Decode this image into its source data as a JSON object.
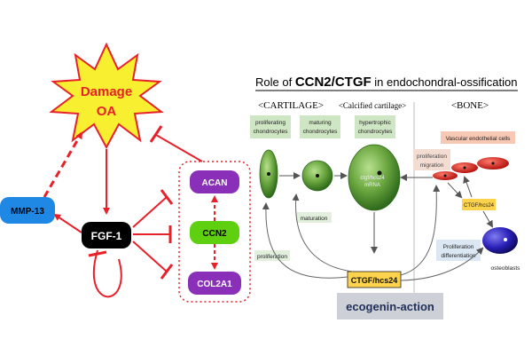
{
  "left_diagram": {
    "damage_line1": "Damage",
    "damage_line2": "OA",
    "mmp13": "MMP-13",
    "fgf1": "FGF-1",
    "acan": "ACAN",
    "ccn2": "CCN2",
    "col2a1": "COL2A1",
    "colors": {
      "red": "#e8202a",
      "blue": "#1f88e5",
      "purple": "#8a2fb8",
      "green": "#5fd010",
      "star": "#f7ef2f"
    }
  },
  "right_diagram": {
    "title_prefix": "Role of ",
    "title_bold": "CCN2/CTGF",
    "title_suffix": " in endochondral-ossification",
    "cartilage": "<CARTILAGE>",
    "calcified": "<Calcified cartilage>",
    "bone": "<BONE>",
    "proliferating": [
      "proliferating",
      "chondrocytes"
    ],
    "maturing": [
      "maturing",
      "chondrocytes"
    ],
    "hypertrophic": [
      "hypertrophic",
      "chondrocytes"
    ],
    "cell_text": [
      "ctgf/hcs24",
      "mRNA"
    ],
    "vascular": "Vascular endothelial cells",
    "prolif_migration": [
      "proliferation",
      "migration"
    ],
    "ctgf_small": "CTGF/hcs24",
    "maturation": "maturation",
    "proliferation": "proliferation",
    "prolif_diff": [
      "Proliferation",
      "differentiation"
    ],
    "osteoblasts": "osteoblasts",
    "ctgf_box": "CTGF/hcs24",
    "ecogenin": "ecogenin-action",
    "colors": {
      "green_box": "#cfe6c4",
      "cell_green": "#4f8f2e",
      "peach": "#f7c8b4",
      "yellow": "#fcd34a",
      "bluebox": "#dbe7f3",
      "grey": "#cdd0d6",
      "osteo": "#2a1fb8",
      "redcell": "#d91f1f"
    }
  }
}
